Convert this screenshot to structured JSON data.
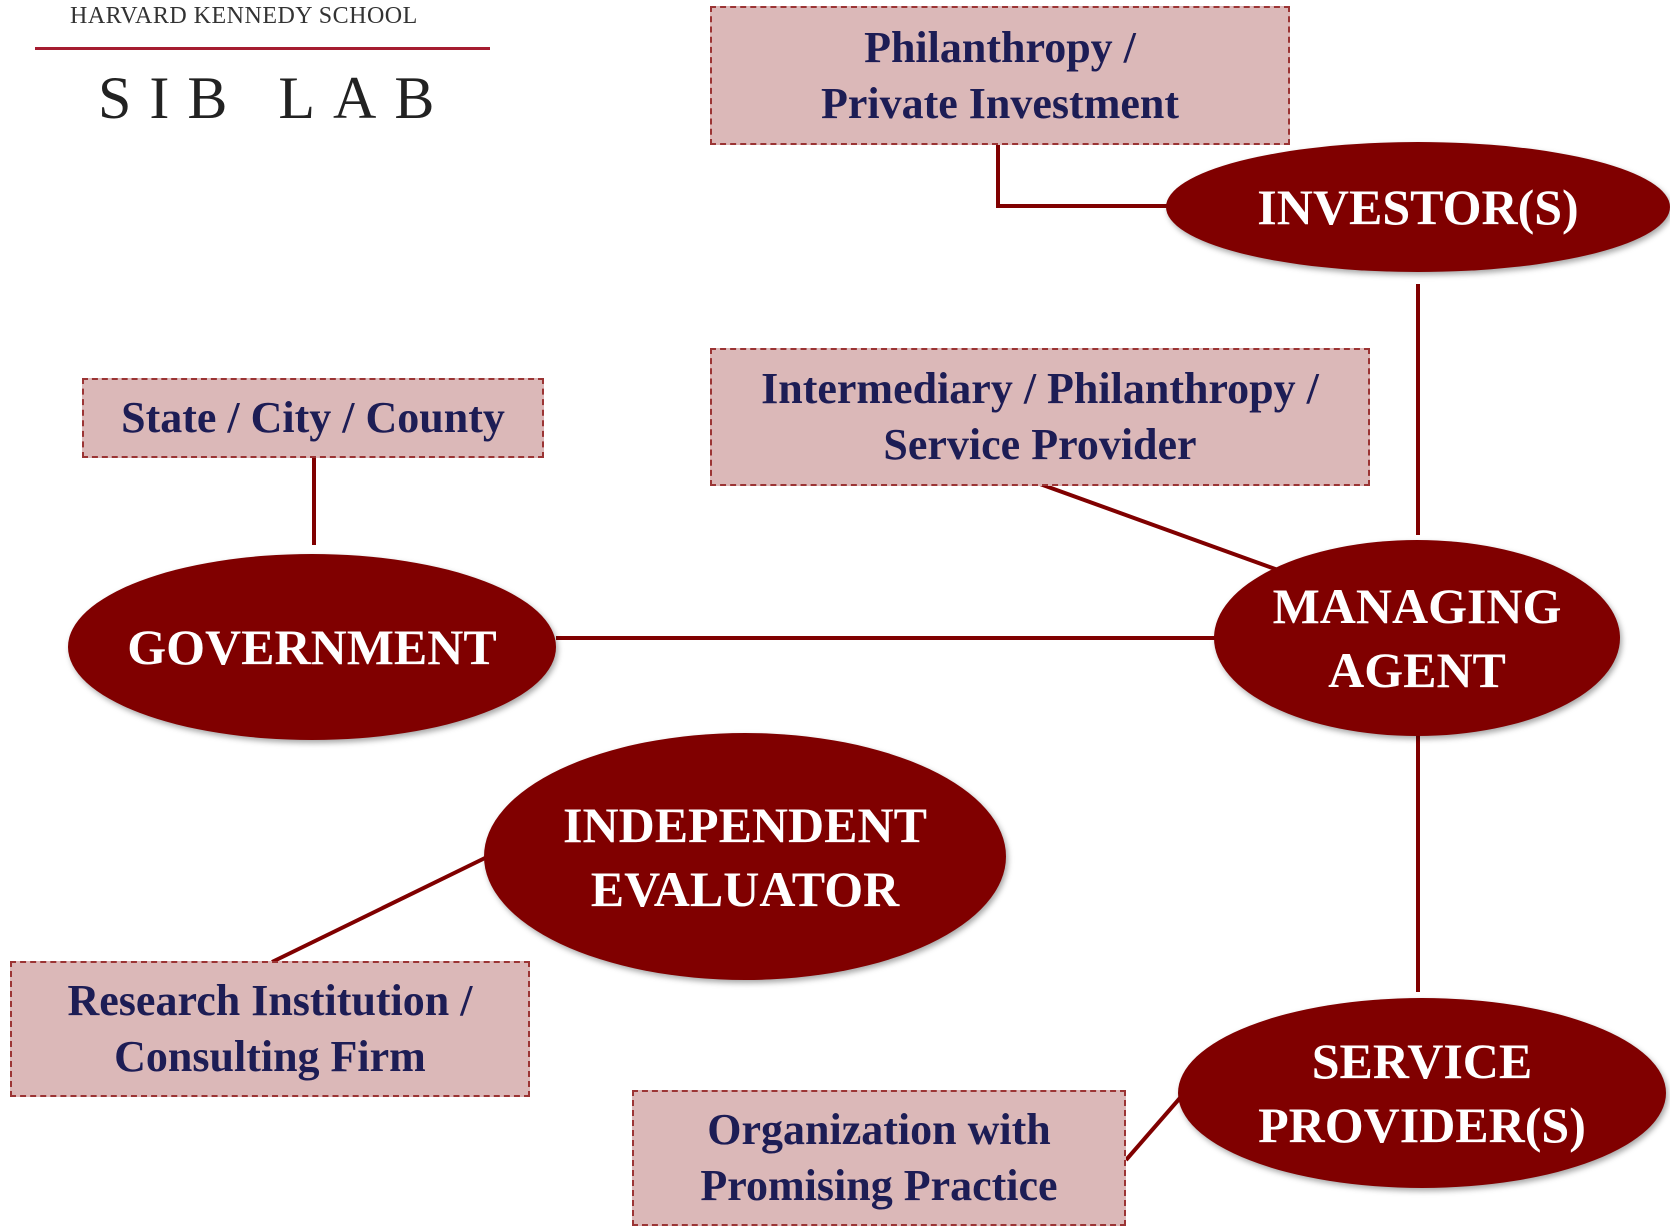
{
  "logo": {
    "school": "HARVARD KENNEDY  SCHOOL",
    "lab": "SIB LAB"
  },
  "nodes": {
    "investors": "INVESTOR(S)",
    "managing_agent": "MANAGING\nAGENT",
    "government": "GOVERNMENT",
    "independent_evaluator": "INDEPENDENT\nEVALUATOR",
    "service_providers": "SERVICE\nPROVIDER(S)"
  },
  "boxes": {
    "investors": "Philanthropy /\nPrivate Investment",
    "managing_agent": "Intermediary / Philanthropy /\nService Provider",
    "government": "State / City / County",
    "independent_evaluator": "Research Institution /\nConsulting Firm",
    "service_providers": "Organization with\nPromising Practice"
  },
  "colors": {
    "node_fill": "#800000",
    "box_fill": "#dbb8b8",
    "box_border": "#9b3434",
    "box_text": "#1d1d55",
    "connector": "#800000"
  }
}
